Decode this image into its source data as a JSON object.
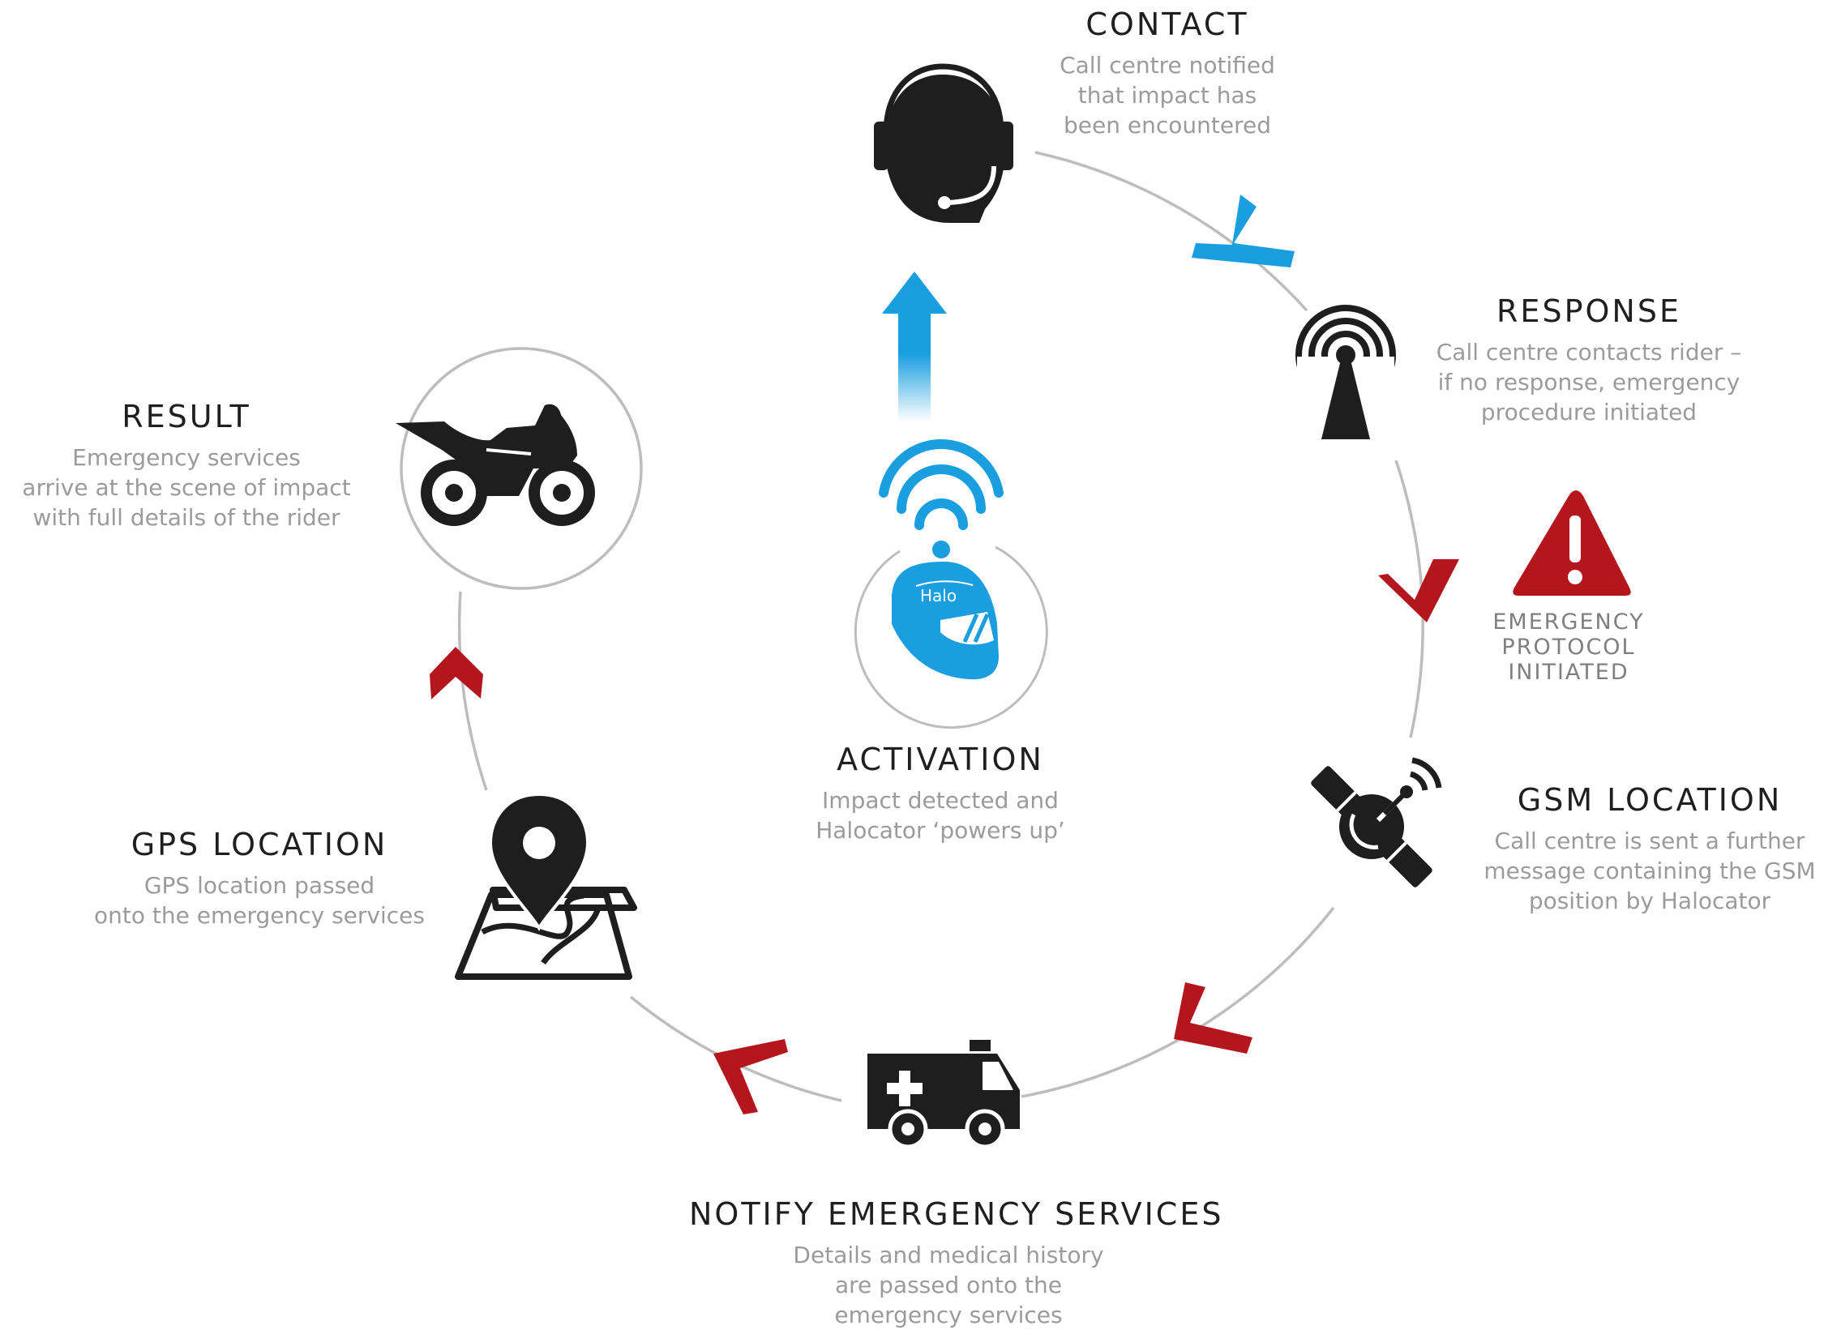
{
  "colors": {
    "ring": "#bdbdbd",
    "icon": "#1e1e1e",
    "blue_accent": "#1a9ee0",
    "red_accent": "#b3161d",
    "text_title": "#1f1f1f",
    "text_desc": "#9b9b9b"
  },
  "steps": {
    "activation": {
      "title": "ACTIVATION",
      "desc": "Impact detected and\nHalocator ‘powers up’",
      "icon": "helmet-signal-icon",
      "badge": "Halo"
    },
    "contact": {
      "title": "CONTACT",
      "desc": "Call centre notified\nthat impact has\nbeen encountered",
      "icon": "headset-operator-icon"
    },
    "response": {
      "title": "RESPONSE",
      "desc": "Call centre contacts rider –\nif no response, emergency\nprocedure initiated",
      "icon": "signal-tower-icon"
    },
    "emergency_protocol": {
      "text": "EMERGENCY\nPROTOCOL\nINITIATED",
      "icon": "warning-triangle-icon"
    },
    "gsm": {
      "title": "GSM LOCATION",
      "desc": "Call centre is sent a further\nmessage containing the GSM\nposition by Halocator",
      "icon": "satellite-icon"
    },
    "notify": {
      "title": "NOTIFY EMERGENCY SERVICES",
      "desc": "Details and medical history\nare passed onto the\nemergency services",
      "icon": "ambulance-icon"
    },
    "gps": {
      "title": "GPS LOCATION",
      "desc": "GPS location passed\nonto the emergency services",
      "icon": "map-pin-icon"
    },
    "result": {
      "title": "RESULT",
      "desc": "Emergency services\narrive at the scene of impact\nwith full details of the rider",
      "icon": "motorcycle-icon"
    }
  }
}
